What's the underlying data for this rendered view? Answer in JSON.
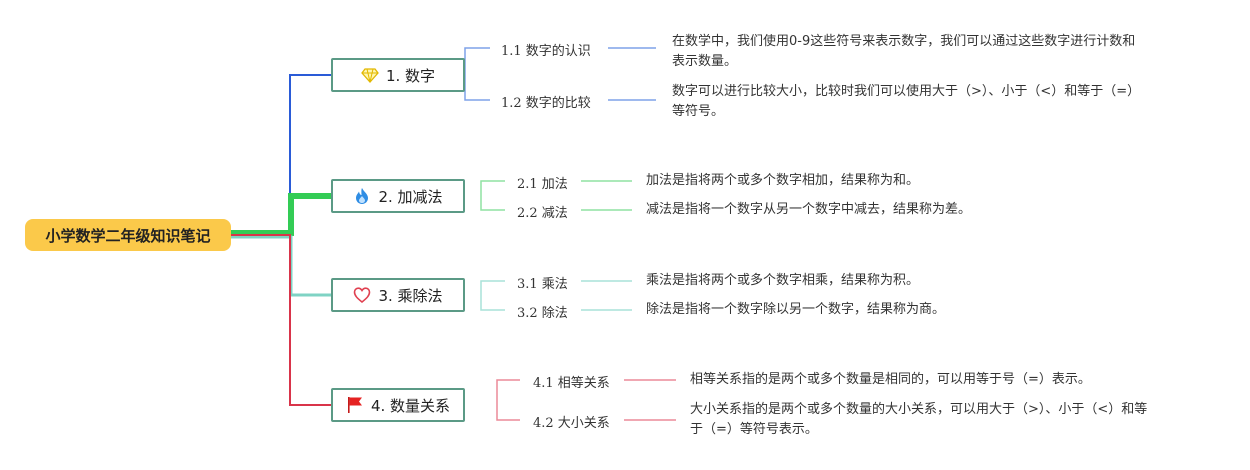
{
  "root": {
    "label": "小学数学二年级知识笔记"
  },
  "branches": [
    {
      "label": "1. 数字",
      "icon": "diamond-icon",
      "color": "#2a5bd7",
      "subs": [
        {
          "label": "1.1 数字的认识",
          "note": [
            "在数学中，我们使用0-9这些符号来表示数字，我们可以通过这些数字进行计数和",
            "表示数量。"
          ]
        },
        {
          "label": "1.2 数字的比较",
          "note": [
            "数字可以进行比较大小，比较时我们可以使用大于（>）、小于（<）和等于（=）",
            "等符号。"
          ]
        }
      ]
    },
    {
      "label": "2. 加减法",
      "icon": "fire-icon",
      "color": "#33cc55",
      "subs": [
        {
          "label": "2.1 加法",
          "note": [
            "加法是指将两个或多个数字相加，结果称为和。"
          ]
        },
        {
          "label": "2.2 减法",
          "note": [
            "减法是指将一个数字从另一个数字中减去，结果称为差。"
          ]
        }
      ]
    },
    {
      "label": "3. 乘除法",
      "icon": "heart-icon",
      "color": "#7fd3c4",
      "subs": [
        {
          "label": "3.1 乘法",
          "note": [
            "乘法是指将两个或多个数字相乘，结果称为积。"
          ]
        },
        {
          "label": "3.2 除法",
          "note": [
            "除法是指将一个数字除以另一个数字，结果称为商。"
          ]
        }
      ]
    },
    {
      "label": "4. 数量关系",
      "icon": "flag-icon",
      "color": "#d9344a",
      "subs": [
        {
          "label": "4.1 相等关系",
          "note": [
            "相等关系指的是两个或多个数量是相同的，可以用等于号（=）表示。"
          ]
        },
        {
          "label": "4.2 大小关系",
          "note": [
            "大小关系指的是两个或多个数量的大小关系，可以用大于（>）、小于（<）和等",
            "于（=）等符号表示。"
          ]
        }
      ]
    }
  ]
}
